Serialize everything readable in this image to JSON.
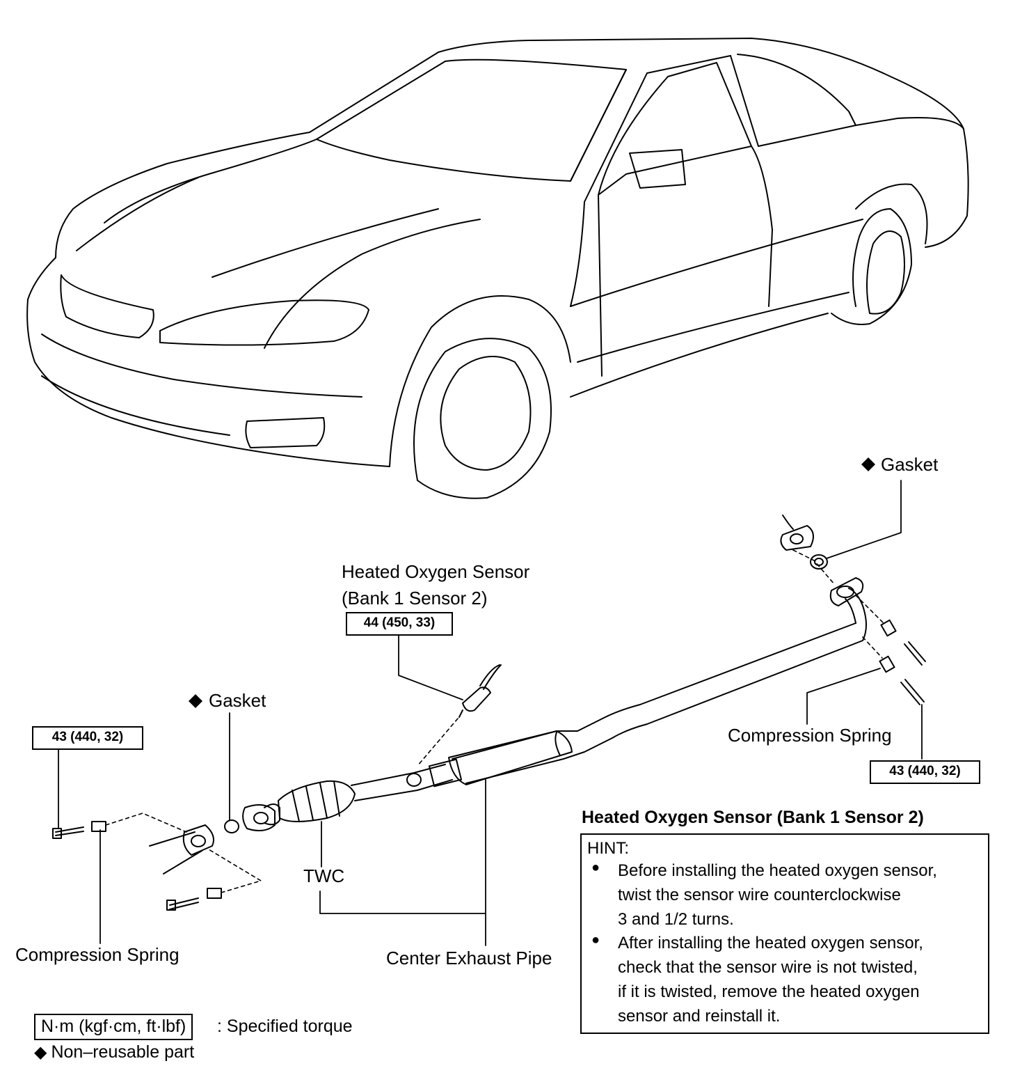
{
  "callouts": {
    "gasket_top": "Gasket",
    "gasket_left": "Gasket",
    "sensor_title_line1": "Heated Oxygen Sensor",
    "sensor_title_line2": "(Bank 1 Sensor 2)",
    "compression_spring_right": "Compression Spring",
    "compression_spring_left": "Compression Spring",
    "twc": "TWC",
    "center_exhaust_pipe": "Center Exhaust Pipe"
  },
  "torque": {
    "sensor": "44 (450, 33)",
    "left_bolts": "43 (440, 32)",
    "right_bolts": "43 (440, 32)"
  },
  "legend": {
    "torque_unit": "N·m (kgf·cm, ft·lbf)",
    "torque_desc": ": Specified torque",
    "nonreusable_symbol": "◆",
    "nonreusable_desc": "Non–reusable part"
  },
  "hint_section": {
    "title": "Heated Oxygen Sensor (Bank 1 Sensor 2)",
    "label": "HINT:",
    "items": [
      {
        "bullet": "●",
        "lines": [
          "Before installing the heated oxygen sensor,",
          "twist the sensor wire counterclockwise",
          "3 and 1/2 turns."
        ]
      },
      {
        "bullet": "●",
        "lines": [
          "After installing the heated oxygen sensor,",
          "check that the sensor wire is not twisted,",
          "if it is twisted, remove the heated oxygen",
          "sensor and reinstall it."
        ]
      }
    ]
  }
}
